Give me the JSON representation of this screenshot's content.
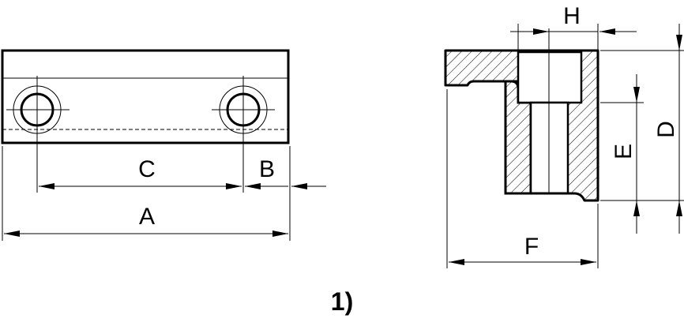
{
  "dimensions": {
    "front_view": {
      "A": "A",
      "B": "B",
      "C": "C"
    },
    "side_view": {
      "D": "D",
      "E": "E",
      "F": "F",
      "H": "H"
    }
  },
  "caption": "1)"
}
